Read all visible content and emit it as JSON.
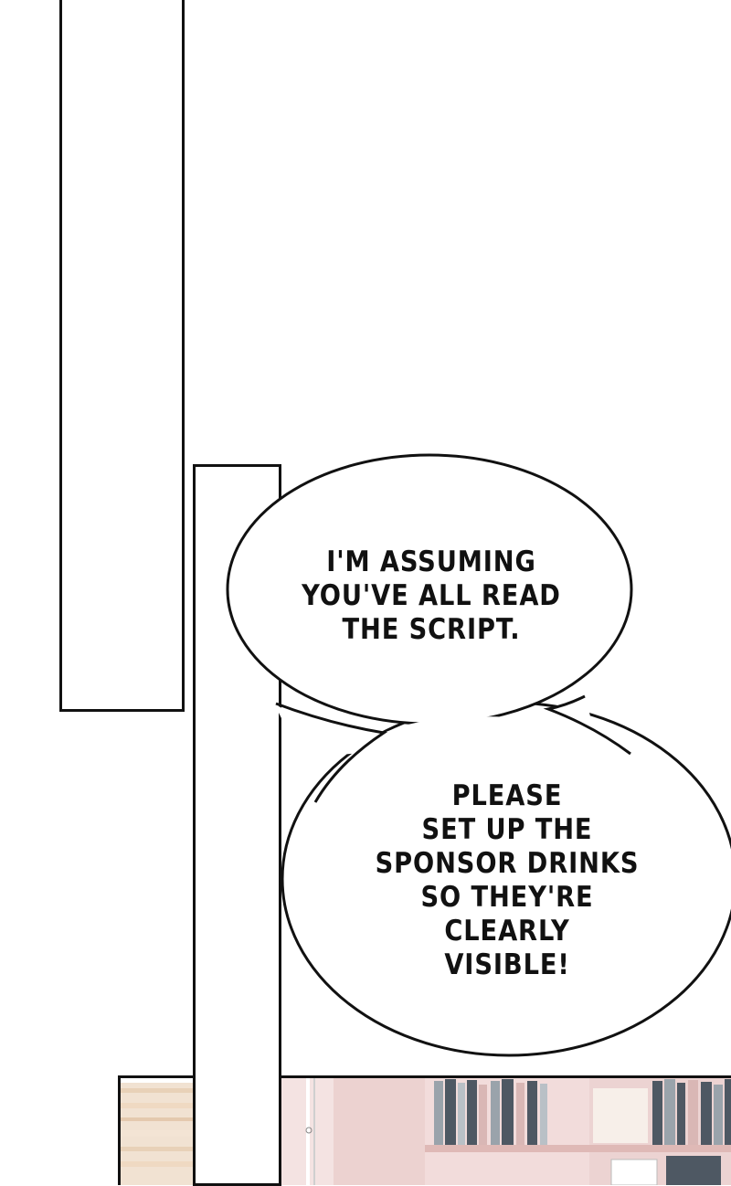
{
  "bubble_top": {
    "lines": [
      "I'M ASSUMING",
      "YOU'VE ALL READ",
      "THE SCRIPT."
    ]
  },
  "bubble_bottom": {
    "lines": [
      "PLEASE",
      "SET UP THE",
      "SPONSOR DRINKS",
      "SO THEY'RE",
      "CLEARLY",
      "VISIBLE!"
    ]
  },
  "colors": {
    "ink": "#111111",
    "paper": "#ffffff",
    "shelf": "#e9cbc9",
    "floor": "#f0dcc6",
    "book_dark": "#4e5863",
    "book_grey": "#9aa3ab"
  }
}
